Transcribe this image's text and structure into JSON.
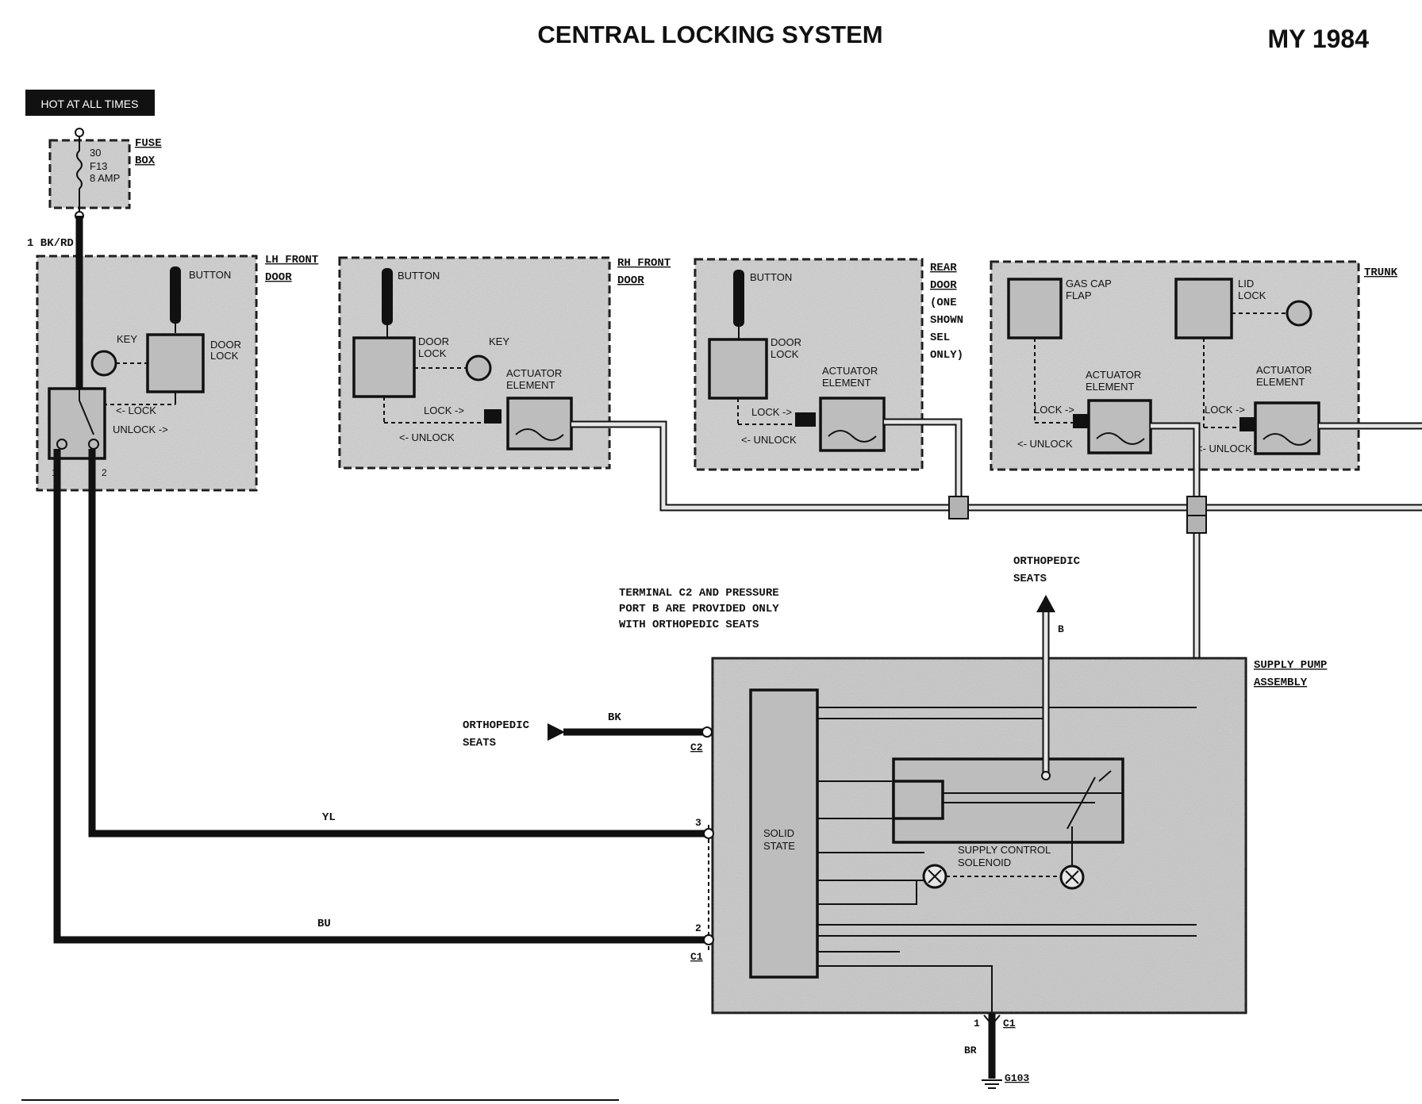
{
  "title": "CENTRAL LOCKING SYSTEM",
  "model_year": "MY 1984",
  "hot_tag": "HOT AT ALL TIMES",
  "fuse": {
    "terminal": "30",
    "number": "F13",
    "rating": "8 AMP",
    "label_line1": "FUSE",
    "label_line2": "BOX"
  },
  "wire_colors": {
    "feed": "1 BK/RD",
    "yl": "YL",
    "bu": "BU",
    "bk": "BK",
    "br": "BR",
    "b": "B"
  },
  "lh_front_door": {
    "label_line1": "LH FRONT",
    "label_line2": "DOOR",
    "button": "BUTTON",
    "key": "KEY",
    "door_lock_line1": "DOOR",
    "door_lock_line2": "LOCK",
    "lock": "<- LOCK",
    "unlock": "UNLOCK ->",
    "pin1": "1",
    "pin2": "2"
  },
  "rh_front_door": {
    "label_line1": "RH FRONT",
    "label_line2": "DOOR",
    "button": "BUTTON",
    "door_lock_line1": "DOOR",
    "door_lock_line2": "LOCK",
    "key": "KEY",
    "actuator_line1": "ACTUATOR",
    "actuator_line2": "ELEMENT",
    "lock": "LOCK ->",
    "unlock": "<- UNLOCK"
  },
  "rear_door": {
    "label_line1": "REAR",
    "label_line2": "DOOR",
    "label_line3": "(ONE",
    "label_line4": "SHOWN",
    "label_line5": "SEL",
    "label_line6": "ONLY)",
    "button": "BUTTON",
    "door_lock_line1": "DOOR",
    "door_lock_line2": "LOCK",
    "actuator_line1": "ACTUATOR",
    "actuator_line2": "ELEMENT",
    "lock": "LOCK ->",
    "unlock": "<- UNLOCK"
  },
  "trunk": {
    "label": "TRUNK",
    "gas_cap_line1": "GAS CAP",
    "gas_cap_line2": "FLAP",
    "lid_lock_line1": "LID",
    "lid_lock_line2": "LOCK",
    "actuator1_line1": "ACTUATOR",
    "actuator1_line2": "ELEMENT",
    "actuator2_line1": "ACTUATOR",
    "actuator2_line2": "ELEMENT",
    "lock1": "LOCK ->",
    "unlock1": "<- UNLOCK",
    "lock2": "LOCK ->",
    "unlock2": "<- UNLOCK"
  },
  "note": {
    "line1": "TERMINAL C2 AND PRESSURE",
    "line2": "PORT B ARE PROVIDED ONLY",
    "line3": "WITH ORTHOPEDIC SEATS"
  },
  "supply_pump": {
    "label_line1": "SUPPLY PUMP",
    "label_line2": "ASSEMBLY",
    "solid_state_line1": "SOLID",
    "solid_state_line2": "STATE",
    "solenoid_line1": "SUPPLY CONTROL",
    "solenoid_line2": "SOLENOID",
    "ortho_top_line1": "ORTHOPEDIC",
    "ortho_top_line2": "SEATS",
    "ortho_left_line1": "ORTHOPEDIC",
    "ortho_left_line2": "SEATS",
    "conn_c2": "C2",
    "conn_c1": "C1",
    "pin3": "3",
    "pin2": "2",
    "ground_pin": "1",
    "ground_conn": "C1",
    "ground": "G103"
  }
}
